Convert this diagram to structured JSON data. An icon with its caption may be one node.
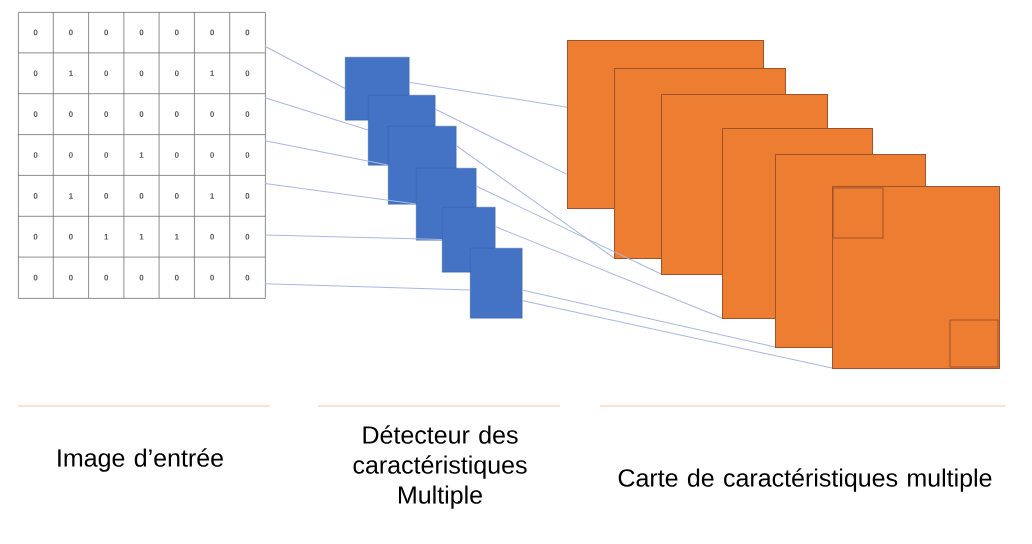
{
  "diagram": {
    "nodes": [
      {
        "text": [],
        "shape": "box"
      },
      {
        "text": [],
        "shape": "box"
      },
      {
        "text": [],
        "shape": "box"
      },
      {
        "text": [],
        "shape": "box"
      },
      {
        "text": [],
        "shape": "box"
      },
      {
        "text": [],
        "shape": "box"
      },
      {
        "text": [],
        "shape": "box"
      },
      {
        "text": [],
        "shape": "box"
      },
      {
        "text": [],
        "shape": "box"
      },
      {
        "text": [],
        "shape": "box"
      },
      {
        "text": [],
        "shape": "box"
      },
      {
        "text": [],
        "shape": "box"
      },
      {
        "text": [],
        "shape": "box"
      }
    ],
    "edges": [
      {
        "from": 0,
        "to": 1,
        "arrow": "none"
      },
      {
        "from": 0,
        "to": 2,
        "arrow": "none"
      },
      {
        "from": 0,
        "to": 3,
        "arrow": "none"
      },
      {
        "from": 0,
        "to": 4,
        "arrow": "none"
      },
      {
        "from": 0,
        "to": 5,
        "arrow": "none"
      },
      {
        "from": 0,
        "to": 6,
        "arrow": "none"
      },
      {
        "from": 1,
        "to": 7,
        "arrow": "none"
      },
      {
        "from": 2,
        "to": 7,
        "arrow": "none"
      },
      {
        "from": 3,
        "to": 8,
        "arrow": "none"
      },
      {
        "from": 4,
        "to": 9,
        "arrow": "none"
      },
      {
        "from": 5,
        "to": 10,
        "arrow": "none"
      },
      {
        "from": 6,
        "to": 11,
        "arrow": "none"
      },
      {
        "from": 6,
        "to": 12,
        "arrow": "none"
      }
    ],
    "labels": [
      "0",
      "0",
      "0",
      "0",
      "0",
      "0",
      "0",
      "0",
      "1",
      "0",
      "0",
      "0",
      "1",
      "0",
      "0",
      "0",
      "0",
      "0",
      "0",
      "0",
      "0",
      "0",
      "0",
      "0",
      "1",
      "0",
      "0",
      "0",
      "0",
      "1",
      "0",
      "0",
      "0",
      "1",
      "0",
      "0",
      "0",
      "1",
      "1",
      "1",
      "0",
      "0",
      "0",
      "0",
      "0",
      "0",
      "0",
      "0",
      "0",
      "Image d’entrée",
      "Détecteur des caractéristiques Multiple",
      "Carte de caractéristiques multiple"
    ]
  }
}
